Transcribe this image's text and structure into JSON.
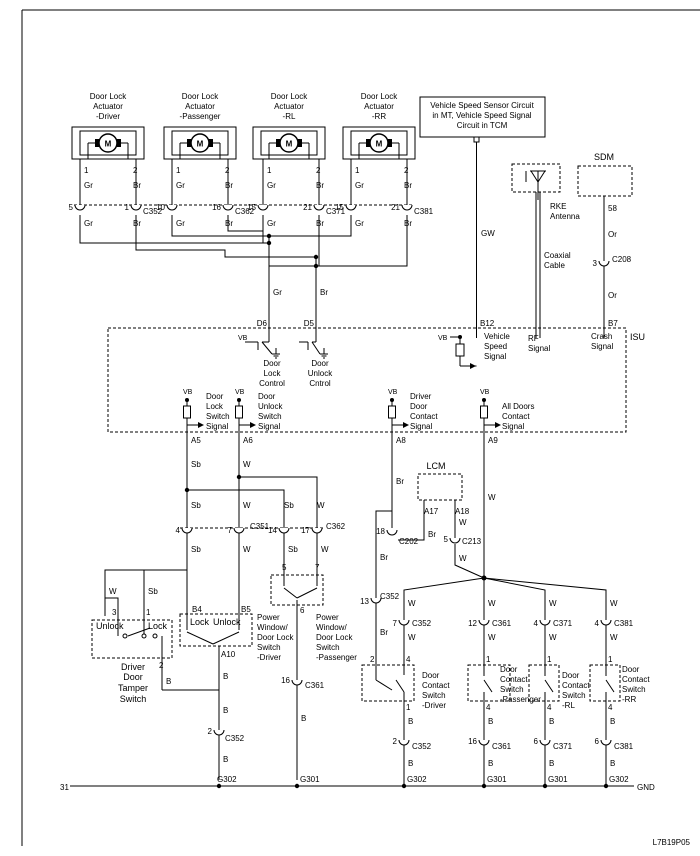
{
  "actuators": {
    "driver": {
      "line1": "Door Lock",
      "line2": "Actuator",
      "line3": "-Driver",
      "pin1": "1",
      "pin2": "2",
      "wire1": "Gr",
      "wire2": "Br",
      "conn_pin1": "5",
      "conn_pin2": "1",
      "conn": "C352",
      "wire1b": "Gr",
      "wire2b": "Br"
    },
    "passenger": {
      "line1": "Door Lock",
      "line2": "Actuator",
      "line3": "-Passenger",
      "pin1": "1",
      "pin2": "2",
      "wire1": "Gr",
      "wire2": "Br",
      "conn_pin1": "10",
      "conn_pin2": "16",
      "conn": "C362",
      "wire1b": "Gr",
      "wire2b": "Br"
    },
    "rl": {
      "line1": "Door Lock",
      "line2": "Actuator",
      "line3": "-RL",
      "pin1": "1",
      "pin2": "2",
      "wire1": "Gr",
      "wire2": "Br",
      "conn_pin1": "15",
      "conn_pin2": "21",
      "conn": "C371",
      "wire1b": "Gr",
      "wire2b": "Br"
    },
    "rr": {
      "line1": "Door Lock",
      "line2": "Actuator",
      "line3": "-RR",
      "pin1": "1",
      "pin2": "2",
      "wire1": "Gr",
      "wire2": "Br",
      "conn_pin1": "15",
      "conn_pin2": "21",
      "conn": "C381",
      "wire1b": "Gr",
      "wire2b": "Br"
    },
    "motor_glyph": "M"
  },
  "vss": {
    "line1": "Vehicle Speed Sensor Circuit",
    "line2": "in MT, Vehicle Speed Signal",
    "line3": "Circuit in TCM",
    "wire": "GW"
  },
  "rke": {
    "line1": "RKE",
    "line2": "Antenna",
    "cable1": "Coaxial",
    "cable2": "Cable"
  },
  "sdm": {
    "label": "SDM",
    "pin": "58",
    "wire1": "Or",
    "conn_pin": "3",
    "conn": "C208",
    "wire2": "Or"
  },
  "isu": {
    "label": "ISU",
    "d6": "D6",
    "d5": "D5",
    "b12": "B12",
    "b7": "B7",
    "vb": "VB",
    "lock_ctrl": [
      "Door",
      "Lock",
      "Control"
    ],
    "unlock_ctrl": [
      "Door",
      "Unlock",
      "Cntrol"
    ],
    "vspeed": [
      "Vehicle",
      "Speed",
      "Signal"
    ],
    "rf": [
      "RF",
      "Signal"
    ],
    "crash": [
      "Crash",
      "Signal"
    ],
    "lock_sw": [
      "Door",
      "Lock",
      "Switch",
      "Signal"
    ],
    "unlock_sw": [
      "Door",
      "Unlock",
      "Switch",
      "Signal"
    ],
    "drv_contact": [
      "Driver",
      "Door",
      "Contact",
      "Signal"
    ],
    "all_contact": [
      "All Doors",
      "Contact",
      "Signal"
    ],
    "a5": "A5",
    "a6": "A6",
    "a8": "A8",
    "a9": "A9"
  },
  "wires": {
    "gr": "Gr",
    "br": "Br",
    "sb": "Sb",
    "w": "W",
    "b": "B"
  },
  "connectors": {
    "c351": "C351",
    "c362": "C362",
    "c352": "C352",
    "c361": "C361",
    "c371": "C371",
    "c381": "C381",
    "c202": "C202",
    "c213": "C213",
    "p4": "4",
    "p7": "7",
    "p14": "14",
    "p17": "17",
    "p18": "18",
    "p5": "5",
    "p13": "13",
    "p12": "12",
    "p16": "16",
    "p2": "2",
    "p6": "6",
    "p1": "1",
    "p3": "3"
  },
  "lcm": {
    "label": "LCM",
    "a17": "A17",
    "a18": "A18"
  },
  "tamper": {
    "unlock": "Unlock",
    "lock": "Lock",
    "pin3": "3",
    "pin1": "1",
    "pin2": "2",
    "a10": "A10",
    "name": [
      "Driver",
      "Door",
      "Tamper",
      "Switch"
    ]
  },
  "pw_drv": {
    "b4": "B4",
    "b5": "B5",
    "lock": "Lock",
    "unlock": "Unlock",
    "name": [
      "Power",
      "Window/",
      "Door Lock",
      "Switch",
      "-Driver"
    ]
  },
  "pw_pass": {
    "p5": "5",
    "p7": "7",
    "p6": "6",
    "name": [
      "Power",
      "Window/",
      "Door Lock",
      "Switch",
      "-Passenger"
    ]
  },
  "contacts": {
    "driver": [
      "Door",
      "Contact",
      "Switch",
      "-Driver"
    ],
    "passenger": [
      "Door",
      "Contact",
      "Switch",
      "-Passenger"
    ],
    "rl": [
      "Door",
      "Contact",
      "Switch",
      "-RL"
    ],
    "rr": [
      "Door",
      "Contact",
      "Switch",
      "-RR"
    ]
  },
  "grounds": {
    "left": "31",
    "g302a": "G302",
    "g301a": "G301",
    "g302b": "G302",
    "g301b": "G301",
    "g301c": "G301",
    "g302c": "G302",
    "gnd": "GND"
  },
  "figure_id": "L7B19P05"
}
